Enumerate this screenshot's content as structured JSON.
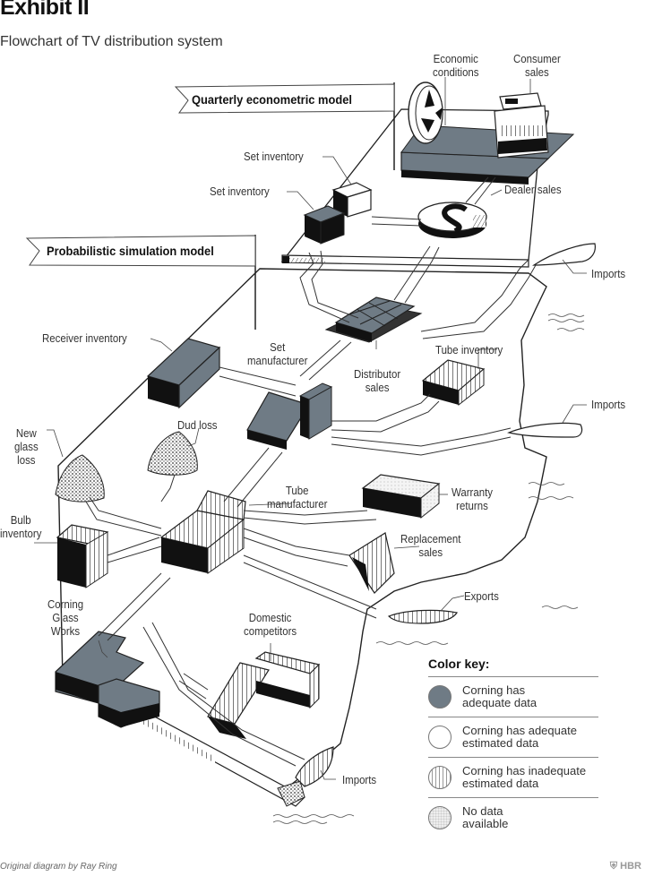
{
  "header": {
    "title": "Exhibit II",
    "subtitle": "Flowchart of TV distribution system"
  },
  "banners": {
    "quarterly": "Quarterly econometric model",
    "probabilistic": "Probabilistic simulation model"
  },
  "labels": {
    "economic_conditions": "Economic\nconditions",
    "consumer_sales": "Consumer\nsales",
    "set_inventory_upper": "Set inventory",
    "set_inventory_lower": "Set inventory",
    "dealer_sales": "Dealer sales",
    "imports_1": "Imports",
    "receiver_inventory": "Receiver inventory",
    "set_manufacturer": "Set\nmanufacturer",
    "distributor_sales": "Distributor\nsales",
    "tube_inventory": "Tube inventory",
    "imports_2": "Imports",
    "dud_loss": "Dud loss",
    "new_glass_loss": "New\nglass\nloss",
    "tube_manufacturer": "Tube\nmanufacturer",
    "warranty_returns": "Warranty\nreturns",
    "bulb_inventory": "Bulb\ninventory",
    "replacement_sales": "Replacement\nsales",
    "exports": "Exports",
    "corning_glass_works": "Corning\nGlass\nWorks",
    "domestic_competitors": "Domestic\ncompetitors",
    "imports_3": "Imports"
  },
  "color_key": {
    "title": "Color key:",
    "items": [
      {
        "type": "adequate",
        "label": "Corning has\nadequate data",
        "color": "#6f7b85"
      },
      {
        "type": "estimated",
        "label": "Corning has adequate\nestimated data",
        "color": "#ffffff"
      },
      {
        "type": "inadequate",
        "label": "Corning has inadequate\nestimated data",
        "color": "vertical-stripes"
      },
      {
        "type": "nodata",
        "label": "No data\navailable",
        "color": "stipple"
      }
    ]
  },
  "footer": {
    "credit": "Original diagram by Ray Ring",
    "publisher": "HBR"
  },
  "colors": {
    "adequate_gray": "#6f7b85",
    "shadow_black": "#111111",
    "line": "#222222"
  }
}
